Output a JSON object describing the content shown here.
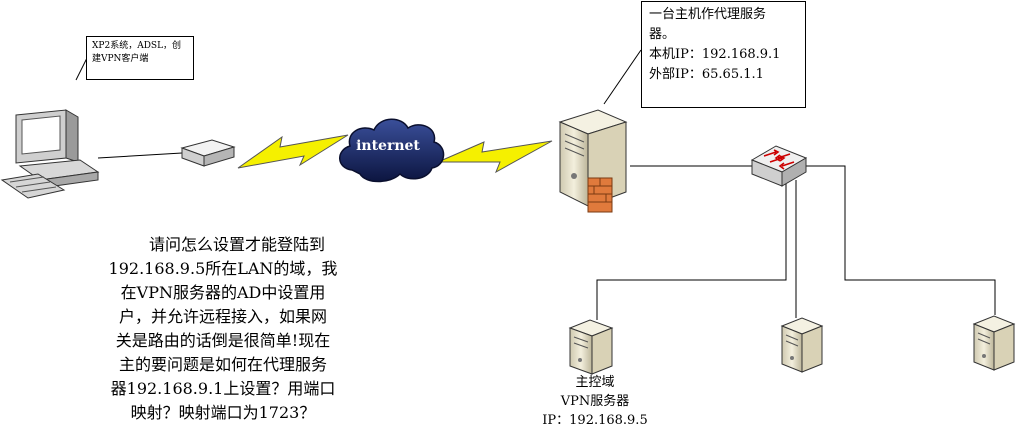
{
  "client_note": {
    "line1": "XP2系统，ADSL，创",
    "line2": "建VPN客户端"
  },
  "proxy_note": {
    "line1": "一台主机作代理服务",
    "line2": "器。",
    "line3": "本机IP：192.168.9.1",
    "line4": "外部IP：65.65.1.1"
  },
  "cloud_label": "internet",
  "question": {
    "lines": [
      "请问怎么设置才能登陆到",
      "192.168.9.5所在LAN的域，我",
      "在VPN服务器的AD中设置用",
      "户，并允许远程接入，如果网",
      "关是路由的话倒是很简单!现在",
      "主的要问题是如何在代理服务",
      "器192.168.9.1上设置？用端口",
      "映射？映射端口为1723？"
    ]
  },
  "vpn_server": {
    "line1": "主控域",
    "line2": "VPN服务器",
    "line3": "IP：192.168.9.5"
  },
  "colors": {
    "bolt": "#f5f000",
    "cloud": "#1a2a6c",
    "server_body": "#e9e4cf",
    "firewall": "#e07a3c",
    "switch": "#e9e9e9",
    "line": "#000000"
  }
}
